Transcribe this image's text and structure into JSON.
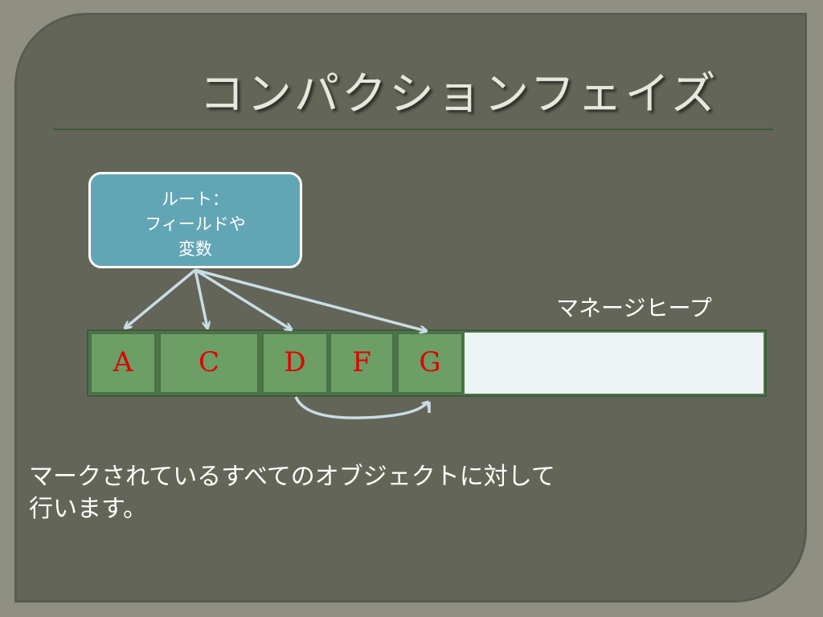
{
  "slide": {
    "title": "コンパクションフェイズ",
    "root": {
      "line1": "ルート：",
      "line2": "フィールドや",
      "line3": "変数"
    },
    "heap_label": "マネージヒープ",
    "blocks": [
      "A",
      "C",
      "D",
      "F",
      "G"
    ],
    "description": {
      "line1": "マークされているすべてのオブジェクトに対して",
      "line2": "行います。"
    }
  },
  "colors": {
    "background": "#646559",
    "root_box": "#62a6b6",
    "block_fill": "#6c9e65",
    "block_text": "#e00000",
    "free_space": "#ecf4f5",
    "arrow": "#c9dde6"
  }
}
